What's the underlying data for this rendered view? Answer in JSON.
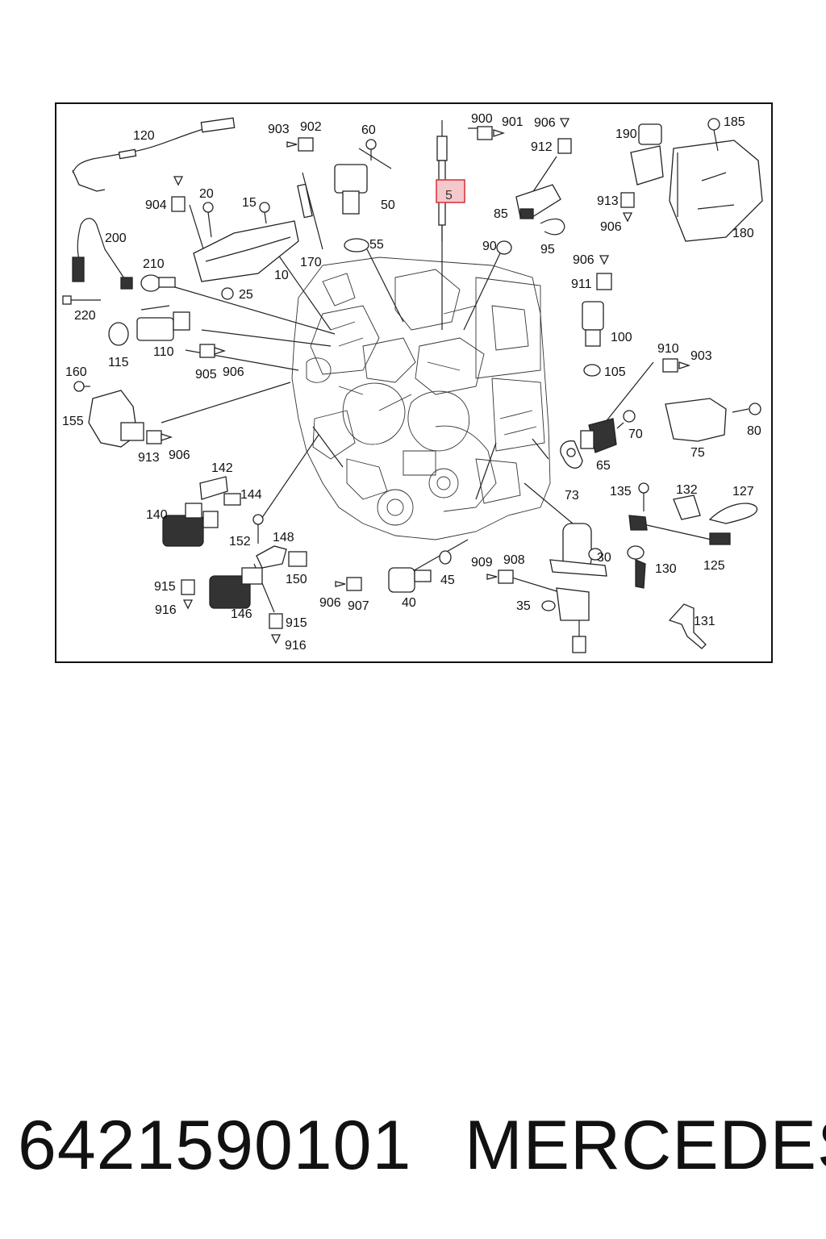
{
  "diagram": {
    "highlighted_callout": "5",
    "callouts": [
      "120",
      "903",
      "902",
      "60",
      "900",
      "901",
      "906",
      "185",
      "190",
      "912",
      "5",
      "50",
      "904",
      "20",
      "15",
      "85",
      "913",
      "906",
      "200",
      "55",
      "95",
      "180",
      "210",
      "170",
      "90",
      "906",
      "911",
      "10",
      "25",
      "220",
      "100",
      "115",
      "110",
      "905",
      "906",
      "105",
      "910",
      "903",
      "160",
      "155",
      "80",
      "70",
      "913",
      "906",
      "75",
      "65",
      "142",
      "144",
      "73",
      "135",
      "132",
      "127",
      "140",
      "152",
      "148",
      "150",
      "30",
      "130",
      "125",
      "915",
      "909",
      "908",
      "45",
      "916",
      "146",
      "906",
      "907",
      "40",
      "35",
      "915",
      "916",
      "131"
    ]
  },
  "footer": {
    "part_number": "6421590101",
    "brand": "MERCEDES"
  }
}
